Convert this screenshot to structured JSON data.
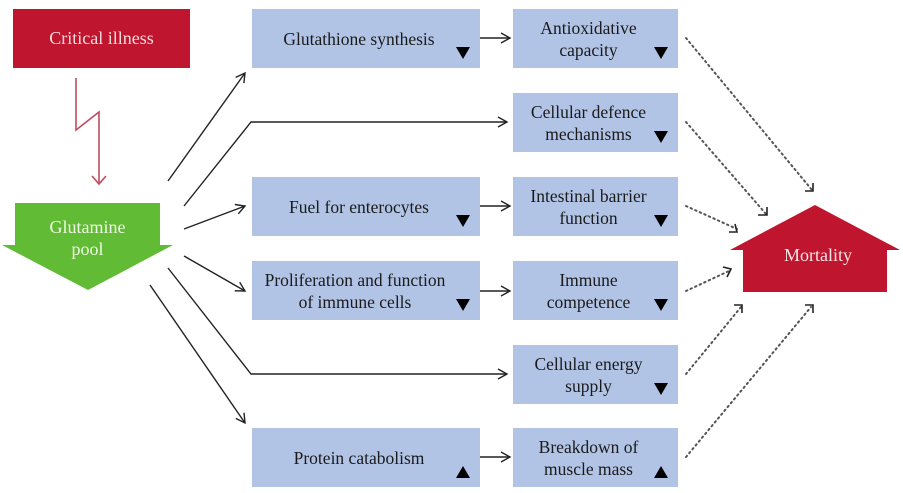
{
  "diagram": {
    "source_node": {
      "label": "Critical illness",
      "color": "#c0152f"
    },
    "pool_node": {
      "label": "Glutamine\npool",
      "color": "#62bb35"
    },
    "outcome_node": {
      "label": "Mortality",
      "color": "#c0152f"
    },
    "box_color": "#b2c4e6",
    "effects": [
      {
        "label": "Glutathione synthesis",
        "direction": "decrease"
      },
      {
        "label": "Fuel for enterocytes",
        "direction": "decrease"
      },
      {
        "label": "Proliferation and function\nof immune cells",
        "direction": "decrease"
      },
      {
        "label": "Protein catabolism",
        "direction": "increase"
      }
    ],
    "consequences": [
      {
        "label": "Antioxidative\ncapacity",
        "direction": "decrease"
      },
      {
        "label": "Cellular defence\nmechanisms",
        "direction": "decrease"
      },
      {
        "label": "Intestinal barrier\nfunction",
        "direction": "decrease"
      },
      {
        "label": "Immune\ncompetence",
        "direction": "decrease"
      },
      {
        "label": "Cellular energy\nsupply",
        "direction": "decrease"
      },
      {
        "label": "Breakdown of\nmuscle mass",
        "direction": "increase"
      }
    ]
  }
}
